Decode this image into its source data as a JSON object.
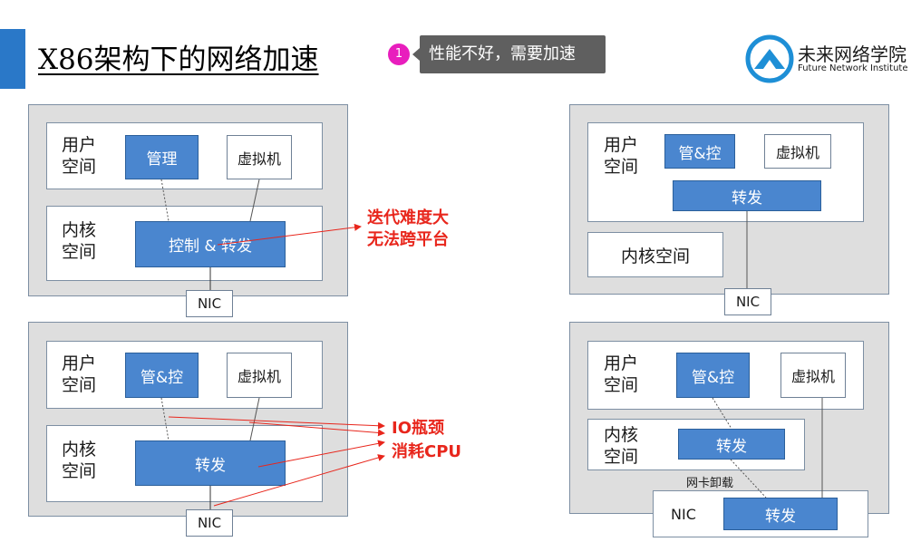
{
  "slide": {
    "title": "X86架构下的网络加速",
    "hint_number": "1",
    "hint_text": "性能不好，需要加速"
  },
  "logo": {
    "name": "未来网络学院",
    "subtitle": "Future Network Institute"
  },
  "diagram1": {
    "user_space": "用户\n空间",
    "management": "管理",
    "vm": "虚拟机",
    "kernel_space": "内核\n空间",
    "control_forward": "控制 & 转发",
    "nic": "NIC"
  },
  "diagram2": {
    "user_space": "用户\n空间",
    "mgmt_ctrl": "管&控",
    "vm": "虚拟机",
    "kernel_space": "内核\n空间",
    "forward": "转发",
    "nic": "NIC"
  },
  "diagram3": {
    "user_space": "用户\n空间",
    "mgmt_ctrl": "管&控",
    "vm": "虚拟机",
    "forward": "转发",
    "kernel_space": "内核空间",
    "nic": "NIC"
  },
  "diagram4": {
    "user_space": "用户\n空间",
    "mgmt_ctrl": "管&控",
    "vm": "虚拟机",
    "kernel_space": "内核\n空间",
    "forward": "转发",
    "offload_label": "网卡卸载",
    "nic": "NIC",
    "nic_forward": "转发"
  },
  "annotations": {
    "iteration_line1": "迭代难度大",
    "iteration_line2": "无法跨平台",
    "io_bottleneck": "IO瓶颈",
    "cpu_consume": "消耗CPU"
  },
  "colors": {
    "accent": "#2a78c8",
    "box_blue": "#4a86cf",
    "panel_gray": "#dedede",
    "annotation_red": "#e8261c",
    "hint_badge": "#e81ebd"
  }
}
